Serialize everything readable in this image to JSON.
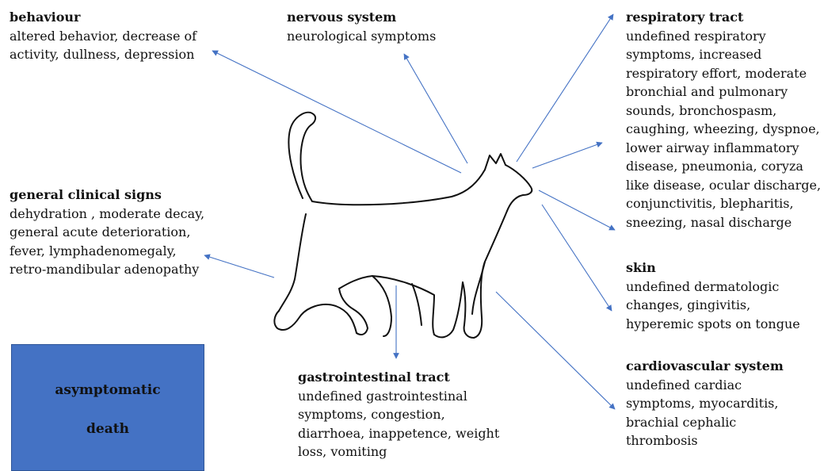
{
  "colors": {
    "arrow": "#4472c4",
    "box_fill": "#4472c4",
    "cat_outline": "#111111"
  },
  "icons": {
    "center": "cat-silhouette-outline"
  },
  "blocks": {
    "behaviour": {
      "head": "behaviour",
      "body": "altered behavior, decrease of\nactivity, dullness, depression"
    },
    "nervous": {
      "head": "nervous system",
      "body": "neurological symptoms"
    },
    "respiratory": {
      "head": "respiratory tract",
      "body": "undefined respiratory\nsymptoms, increased\nrespiratory effort, moderate\nbronchial and pulmonary\nsounds, bronchospasm,\ncaughing, wheezing, dyspnoe,\nlower airway inflammatory\ndisease, pneumonia, coryza\nlike disease, ocular discharge,\nconjunctivitis, blepharitis,\nsneezing, nasal discharge"
    },
    "general": {
      "head": "general clinical signs",
      "body": "dehydration , moderate decay,\ngeneral acute deterioration,\nfever, lymphadenomegaly,\nretro-mandibular adenopathy"
    },
    "skin": {
      "head": "skin",
      "body": "undefined dermatologic\nchanges, gingivitis,\nhyperemic spots on tongue"
    },
    "cardio": {
      "head": "cardiovascular system",
      "body": "undefined cardiac\nsymptoms, myocarditis,\nbrachial cephalic\nthrombosis"
    },
    "gi": {
      "head": "gastrointestinal tract",
      "body": "undefined gastrointestinal\nsymptoms, congestion,\ndiarrhoea, inappetence, weight\nloss, vomiting"
    }
  },
  "box": {
    "line1": "asymptomatic",
    "line2": "death"
  }
}
